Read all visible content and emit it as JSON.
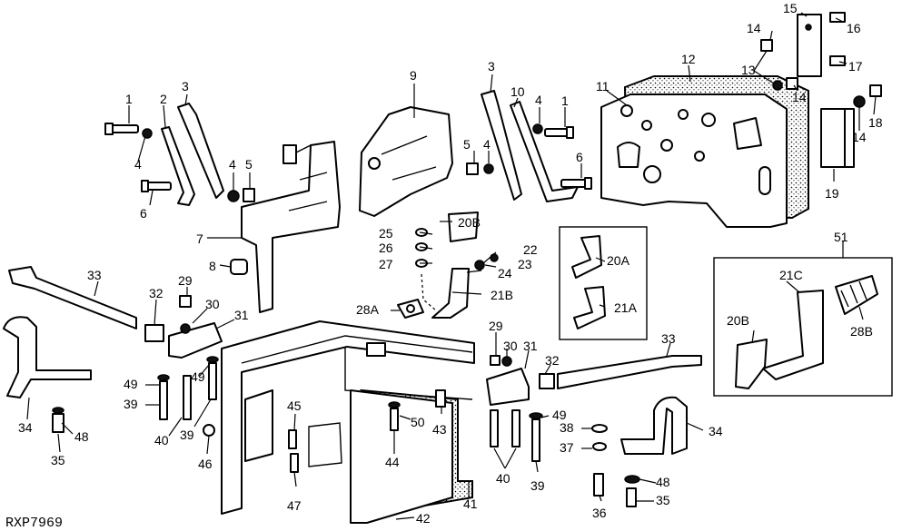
{
  "reference_code": "RXP7969",
  "callouts": {
    "c1a": "1",
    "c1b": "1",
    "c2": "2",
    "c3a": "3",
    "c3b": "3",
    "c4a": "4",
    "c4b": "4",
    "c4c": "4",
    "c4d": "4",
    "c5a": "5",
    "c5b": "5",
    "c6a": "6",
    "c6b": "6",
    "c7": "7",
    "c8": "8",
    "c9": "9",
    "c10": "10",
    "c11": "11",
    "c12": "12",
    "c13": "13",
    "c14a": "14",
    "c14b": "14",
    "c14c": "14",
    "c15": "15",
    "c16": "16",
    "c17": "17",
    "c18": "18",
    "c19": "19",
    "c20A": "20A",
    "c20Ba": "20B",
    "c20Bb": "20B",
    "c21A": "21A",
    "c21B": "21B",
    "c21C": "21C",
    "c22": "22",
    "c23": "23",
    "c24": "24",
    "c25": "25",
    "c26": "26",
    "c27": "27",
    "c28A": "28A",
    "c28B": "28B",
    "c29a": "29",
    "c29b": "29",
    "c30a": "30",
    "c30b": "30",
    "c31a": "31",
    "c31b": "31",
    "c32a": "32",
    "c32b": "32",
    "c33a": "33",
    "c33b": "33",
    "c34a": "34",
    "c34b": "34",
    "c35a": "35",
    "c35b": "35",
    "c36": "36",
    "c37": "37",
    "c38": "38",
    "c39a": "39",
    "c39b": "39",
    "c39c": "39",
    "c40a": "40",
    "c40b": "40",
    "c41": "41",
    "c42": "42",
    "c43": "43",
    "c44": "44",
    "c45": "45",
    "c46": "46",
    "c47": "47",
    "c48a": "48",
    "c48b": "48",
    "c49a": "49",
    "c49b": "49",
    "c49c": "49",
    "c50": "50",
    "c51": "51"
  }
}
